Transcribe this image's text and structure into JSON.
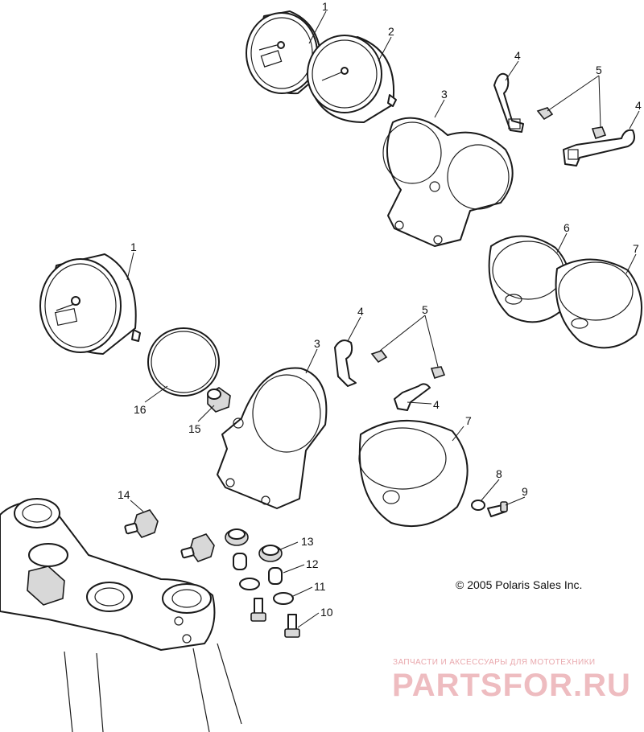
{
  "callouts": [
    {
      "id": "c1a",
      "text": "1"
    },
    {
      "id": "c2",
      "text": "2"
    },
    {
      "id": "c4a",
      "text": "4"
    },
    {
      "id": "c5a",
      "text": "5"
    },
    {
      "id": "c3a",
      "text": "3"
    },
    {
      "id": "c4b",
      "text": "4"
    },
    {
      "id": "c6",
      "text": "6"
    },
    {
      "id": "c7a",
      "text": "7"
    },
    {
      "id": "c1b",
      "text": "1"
    },
    {
      "id": "c4c",
      "text": "4"
    },
    {
      "id": "c5b",
      "text": "5"
    },
    {
      "id": "c3b",
      "text": "3"
    },
    {
      "id": "c4d",
      "text": "4"
    },
    {
      "id": "c16",
      "text": "16"
    },
    {
      "id": "c15",
      "text": "15"
    },
    {
      "id": "c7b",
      "text": "7"
    },
    {
      "id": "c8",
      "text": "8"
    },
    {
      "id": "c9",
      "text": "9"
    },
    {
      "id": "c14",
      "text": "14"
    },
    {
      "id": "c13",
      "text": "13"
    },
    {
      "id": "c12",
      "text": "12"
    },
    {
      "id": "c11",
      "text": "11"
    },
    {
      "id": "c10",
      "text": "10"
    }
  ],
  "copyright": "© 2005 Polaris Sales Inc.",
  "watermark": {
    "tagline": "ЗАПЧАСТИ И АКСЕССУАРЫ ДЛЯ МОТОТЕХНИКИ",
    "logo": "PARTSFOR.RU"
  },
  "colors": {
    "line": "#1a1a1a",
    "watermark": "#eebcc0"
  }
}
